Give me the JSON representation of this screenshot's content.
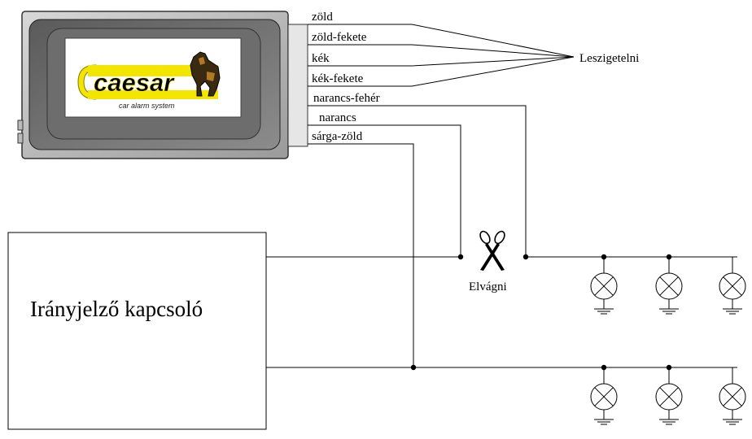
{
  "module": {
    "logo_text": "caesar",
    "logo_tagline": "car alarm system",
    "logo_color": "#f2e600",
    "wires": [
      {
        "label": "zöld"
      },
      {
        "label": "zöld-fekete"
      },
      {
        "label": "kék"
      },
      {
        "label": "kék-fekete"
      },
      {
        "label": "narancs-fehér"
      },
      {
        "label": "narancs"
      },
      {
        "label": "sárga-zöld"
      }
    ]
  },
  "labels": {
    "isolate": "Leszigetelni",
    "cut": "Elvágni",
    "switch": "Irányjelző kapcsoló"
  },
  "icons": {
    "cut": "scissors-icon",
    "lamp": "lamp-icon",
    "ground": "ground-icon"
  }
}
